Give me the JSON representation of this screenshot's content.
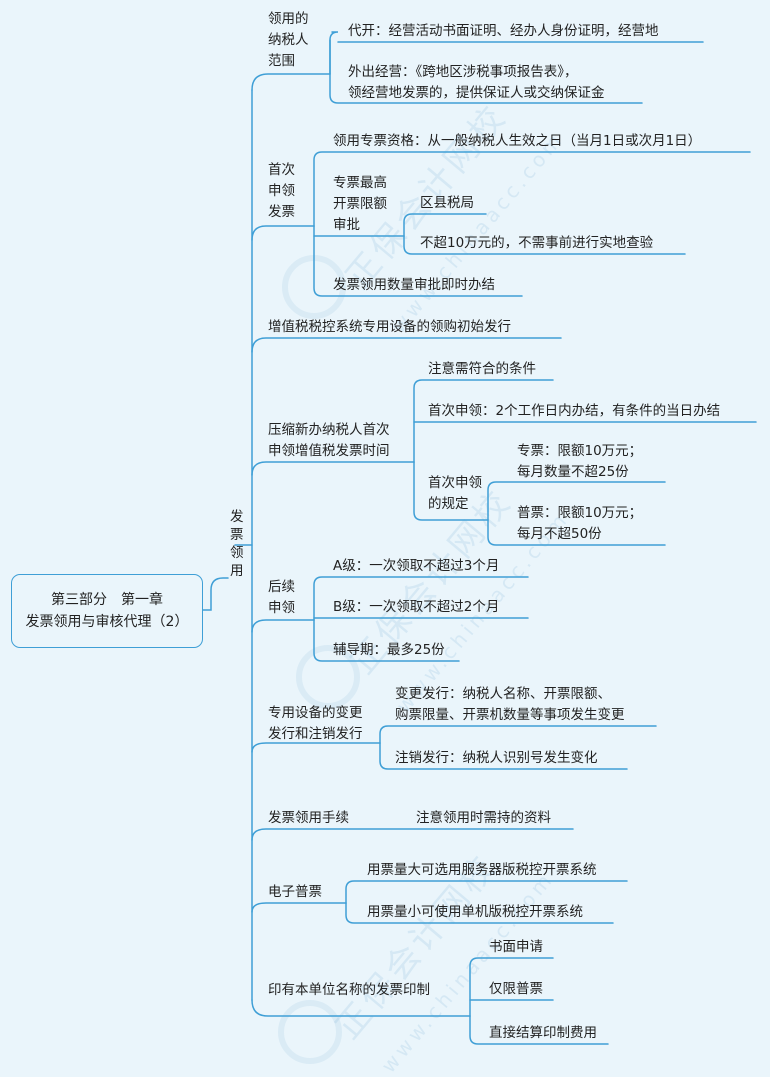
{
  "root": {
    "title": "第三部分　第一章\n发票领用与审核代理（2）"
  },
  "hub": {
    "label": "发票领用"
  },
  "watermark": {
    "text": "正保会计网校",
    "url": "www.chinaacc.com"
  },
  "sections": {
    "s1": {
      "label": "领用的\n纳税人\n范围",
      "c1": "代开：经营活动书面证明、经办人身份证明，经营地",
      "c2": "外出经营：《跨地区涉税事项报告表》，\n领经营地发票的，提供保证人或交纳保证金"
    },
    "s2": {
      "label": "首次\n申领\n发票",
      "c1": "领用专票资格：从一般纳税人生效之日（当月1日或次月1日）",
      "c2": {
        "label": "专票最高\n开票限额\n审批",
        "g1": "区县税局",
        "g2": "不超10万元的，不需事前进行实地查验"
      },
      "c3": "发票领用数量审批即时办结"
    },
    "s3": {
      "label": "增值税税控系统专用设备的领购初始发行"
    },
    "s4": {
      "label": "压缩新办纳税人首次\n申领增值税发票时间",
      "c1": "注意需符合的条件",
      "c2": "首次申领：2个工作日内办结，有条件的当日办结",
      "c3": {
        "label": "首次申领\n的规定",
        "g1": "专票：限额10万元；\n每月数量不超25份",
        "g2": "普票：限额10万元；\n每月不超50份"
      }
    },
    "s5": {
      "label": "后续\n申领",
      "c1": "A级：一次领取不超过3个月",
      "c2": "B级：一次领取不超过2个月",
      "c3": "辅导期：最多25份"
    },
    "s6": {
      "label": "专用设备的变更\n发行和注销发行",
      "c1": "变更发行：纳税人名称、开票限额、\n购票限量、开票机数量等事项发生变更",
      "c2": "注销发行：纳税人识别号发生变化"
    },
    "s7": {
      "label": "发票领用手续",
      "c1": "注意领用时需持的资料"
    },
    "s8": {
      "label": "电子普票",
      "c1": "用票量大可选用服务器版税控开票系统",
      "c2": "用票量小可使用单机版税控开票系统"
    },
    "s9": {
      "label": "印有本单位名称的发票印制",
      "c1": "书面申请",
      "c2": "仅限普票",
      "c3": "直接结算印制费用"
    }
  },
  "colors": {
    "line": "#3f9fd6",
    "background": "#eaf5fb",
    "text": "#222222"
  }
}
